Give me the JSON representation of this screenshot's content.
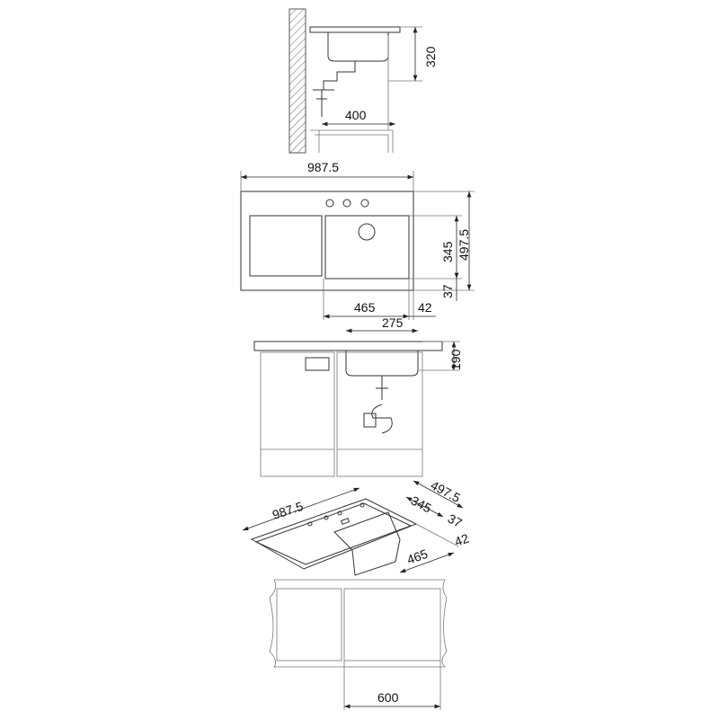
{
  "side_view": {
    "height_dim": "320",
    "depth_dim": "400"
  },
  "top_view": {
    "width_dim": "987.5",
    "depth_dim": "497.5",
    "bowl_depth_dim": "345",
    "front_edge_dim": "37",
    "bowl_width_dim": "465",
    "side_edge_dim": "42"
  },
  "front_view": {
    "bowl_width_dim": "275",
    "bowl_height_dim": "190"
  },
  "iso_view": {
    "width_dim": "987.5",
    "depth_dim": "497.5",
    "bowl_depth_dim": "345",
    "front_edge_dim": "37",
    "side_edge_dim": "42",
    "bowl_width_dim": "465"
  },
  "cabinet_view": {
    "cabinet_width_dim": "600"
  },
  "colors": {
    "line": "#333333",
    "background": "#ffffff"
  }
}
